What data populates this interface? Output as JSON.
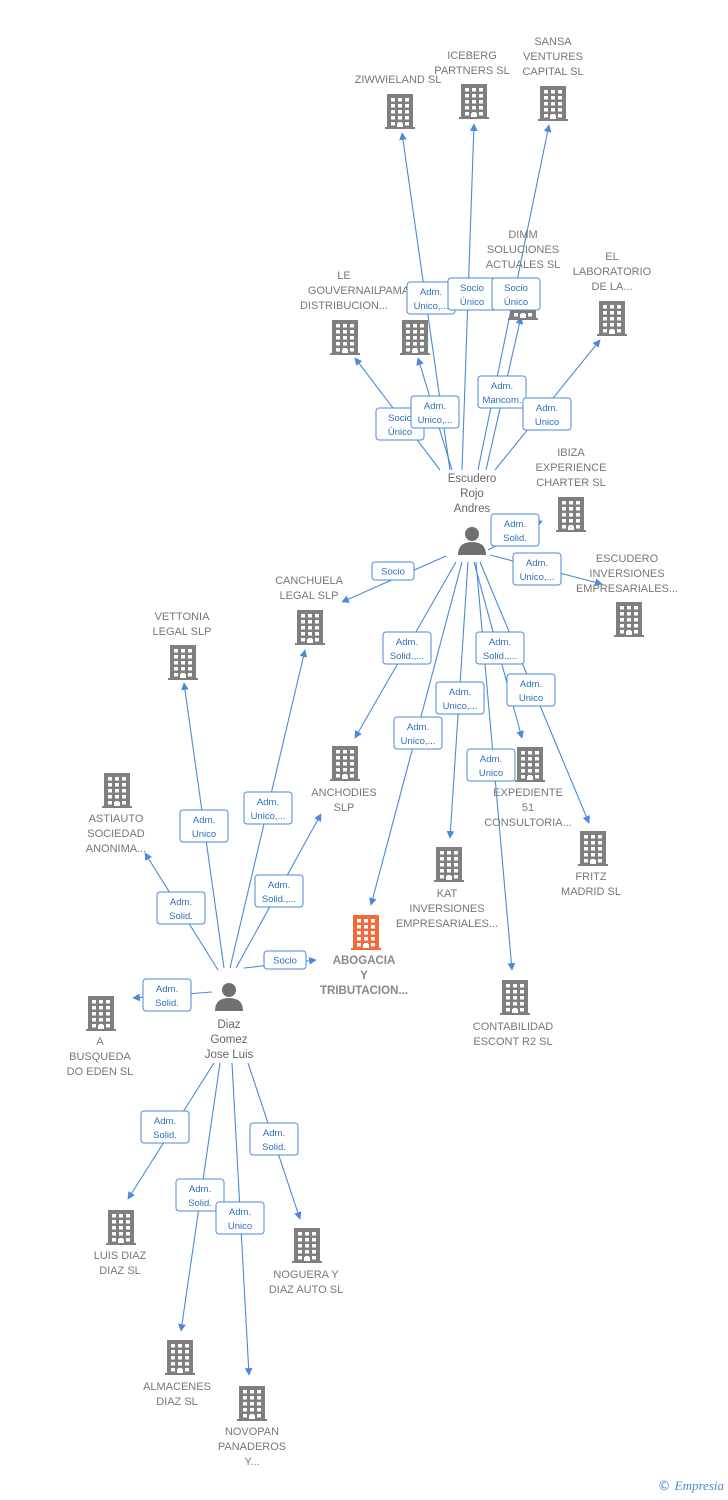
{
  "graph": {
    "persons": [
      {
        "id": "escudero",
        "lines": [
          "Escudero",
          "Rojo",
          "Andres"
        ]
      },
      {
        "id": "diaz",
        "lines": [
          "Diaz",
          "Gomez",
          "Jose Luis"
        ]
      }
    ],
    "companies": [
      {
        "id": "ziwwieland",
        "lines": [
          "ZIWWIELAND SL"
        ]
      },
      {
        "id": "iceberg",
        "lines": [
          "ICEBERG",
          "PARTNERS  SL"
        ]
      },
      {
        "id": "sansa",
        "lines": [
          "SANSA",
          "VENTURES",
          "CAPITAL  SL"
        ]
      },
      {
        "id": "gouvernail",
        "lines": [
          "LE",
          "GOUVERNAIL",
          "DISTRIBUCION..."
        ]
      },
      {
        "id": "pama",
        "lines": [
          "PAMA"
        ]
      },
      {
        "id": "dimm",
        "lines": [
          "DIMM",
          "SOLUCIONES",
          "ACTUALES  SL"
        ]
      },
      {
        "id": "laboratorio",
        "lines": [
          "EL",
          "LABORATORIO",
          "DE LA..."
        ]
      },
      {
        "id": "ibiza",
        "lines": [
          "IBIZA",
          "EXPERIENCE",
          "CHARTER  SL"
        ]
      },
      {
        "id": "escudero_inv",
        "lines": [
          "ESCUDERO",
          "INVERSIONES",
          "EMPRESARIALES..."
        ]
      },
      {
        "id": "canchuela",
        "lines": [
          "CANCHUELA",
          "LEGAL  SLP"
        ]
      },
      {
        "id": "vettonia",
        "lines": [
          "VETTONIA",
          "LEGAL  SLP"
        ]
      },
      {
        "id": "anchodies",
        "lines": [
          "ANCHODIES",
          "SLP"
        ]
      },
      {
        "id": "astiauto",
        "lines": [
          "ASTIAUTO",
          "SOCIEDAD",
          "ANONIMA..."
        ]
      },
      {
        "id": "abogacia",
        "lines": [
          "ABOGACIA",
          "Y",
          "TRIBUTACION..."
        ]
      },
      {
        "id": "expediente",
        "lines": [
          "EXPEDIENTE",
          "51",
          "CONSULTORIA..."
        ]
      },
      {
        "id": "kat",
        "lines": [
          "KAT",
          "INVERSIONES",
          "EMPRESARIALES..."
        ]
      },
      {
        "id": "fritz",
        "lines": [
          "FRITZ",
          "MADRID  SL"
        ]
      },
      {
        "id": "contabilidad",
        "lines": [
          "CONTABILIDAD",
          "ESCONT R2  SL"
        ]
      },
      {
        "id": "busqueda",
        "lines": [
          "A",
          "BUSQUEDA",
          "DO EDEN SL"
        ]
      },
      {
        "id": "luis",
        "lines": [
          "LUIS DIAZ",
          "DIAZ  SL"
        ]
      },
      {
        "id": "noguera",
        "lines": [
          "NOGUERA Y",
          "DIAZ AUTO SL"
        ]
      },
      {
        "id": "almacenes",
        "lines": [
          "ALMACENES",
          "DIAZ SL"
        ]
      },
      {
        "id": "novopan",
        "lines": [
          "NOVOPAN",
          "PANADEROS",
          "Y..."
        ]
      }
    ],
    "edges": [
      {
        "from": "escudero",
        "to": "ziwwieland",
        "label": [
          "Adm.",
          "Unico,..."
        ]
      },
      {
        "from": "escudero",
        "to": "iceberg",
        "label": [
          "Socio",
          "Único"
        ]
      },
      {
        "from": "escudero",
        "to": "sansa",
        "label": [
          "Socio",
          "Único"
        ]
      },
      {
        "from": "escudero",
        "to": "gouvernail",
        "label": [
          "Socio",
          "Único"
        ]
      },
      {
        "from": "escudero",
        "to": "pama",
        "label": [
          "Adm.",
          "Unico,..."
        ]
      },
      {
        "from": "escudero",
        "to": "dimm",
        "label": [
          "Adm.",
          "Mancom."
        ]
      },
      {
        "from": "escudero",
        "to": "laboratorio",
        "label": [
          "Adm.",
          "Unico"
        ]
      },
      {
        "from": "escudero",
        "to": "ibiza",
        "label": [
          "Adm.",
          "Solid."
        ]
      },
      {
        "from": "escudero",
        "to": "escudero_inv",
        "label": [
          "Adm.",
          "Unico,..."
        ]
      },
      {
        "from": "escudero",
        "to": "canchuela",
        "label": [
          "Socio"
        ]
      },
      {
        "from": "escudero",
        "to": "anchodies",
        "label": [
          "Adm.",
          "Solid.,..."
        ]
      },
      {
        "from": "escudero",
        "to": "abogacia",
        "label": [
          "Adm.",
          "Unico,..."
        ]
      },
      {
        "from": "escudero",
        "to": "kat",
        "label": [
          "Adm.",
          "Unico,..."
        ]
      },
      {
        "from": "escudero",
        "to": "expediente",
        "label": [
          "Adm.",
          "Solid.,..."
        ]
      },
      {
        "from": "escudero",
        "to": "fritz",
        "label": [
          "Adm.",
          "Unico"
        ]
      },
      {
        "from": "escudero",
        "to": "contabilidad",
        "label": [
          "Adm.",
          "Unico"
        ]
      },
      {
        "from": "diaz",
        "to": "vettonia",
        "label": [
          "Adm.",
          "Unico"
        ]
      },
      {
        "from": "diaz",
        "to": "canchuela",
        "label": [
          "Adm.",
          "Unico,..."
        ]
      },
      {
        "from": "diaz",
        "to": "anchodies",
        "label": [
          "Adm.",
          "Solid.,..."
        ]
      },
      {
        "from": "diaz",
        "to": "astiauto",
        "label": [
          "Adm.",
          "Solid."
        ]
      },
      {
        "from": "diaz",
        "to": "abogacia",
        "label": [
          "Socio"
        ]
      },
      {
        "from": "diaz",
        "to": "busqueda",
        "label": [
          "Adm.",
          "Solid."
        ]
      },
      {
        "from": "diaz",
        "to": "luis",
        "label": [
          "Adm.",
          "Solid."
        ]
      },
      {
        "from": "diaz",
        "to": "noguera",
        "label": [
          "Adm.",
          "Solid."
        ]
      },
      {
        "from": "diaz",
        "to": "almacenes",
        "label": [
          "Adm.",
          "Solid."
        ]
      },
      {
        "from": "diaz",
        "to": "novopan",
        "label": [
          "Adm.",
          "Unico"
        ]
      }
    ],
    "highlighted": "abogacia",
    "colors": {
      "edge": "#4a8ad8",
      "building": "#7f7f7f",
      "highlight": "#f26a3a",
      "person": "#707070",
      "label": "#777777"
    }
  },
  "footer": {
    "copyright": "©",
    "brand": "Empresia"
  }
}
